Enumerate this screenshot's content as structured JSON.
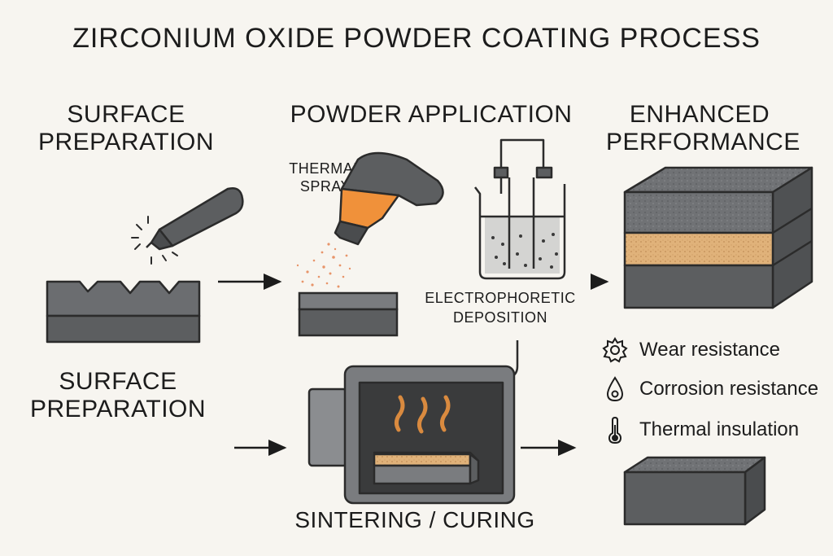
{
  "title": "ZIRCONIUM OXIDE POWDER COATING PROCESS",
  "steps": {
    "surface_prep_top": [
      "SURFACE",
      "PREPARATION"
    ],
    "powder_application": "POWDER APPLICATION",
    "enhanced_performance": [
      "ENHANCED",
      "PERFORMANCE"
    ],
    "surface_prep_bottom": [
      "SURFACE",
      "PREPARATION"
    ],
    "sintering": "SINTERING / CURING"
  },
  "labels": {
    "thermal_spray": [
      "THERMAL",
      "SPRAY"
    ],
    "electrophoretic": [
      "ELECTROPHORETIC",
      "DEPOSITION"
    ]
  },
  "features": [
    {
      "icon": "gear-icon",
      "label": "Wear resistance"
    },
    {
      "icon": "droplet-icon",
      "label": "Corrosion resistance"
    },
    {
      "icon": "thermometer-icon",
      "label": "Thermal insulation"
    }
  ],
  "colors": {
    "dark_gray": "#5c5e60",
    "mid_gray": "#7a7c7f",
    "coating_tan": "#e0b27a",
    "spray_orange": "#f0913a",
    "flame_orange": "#d98a3f"
  }
}
